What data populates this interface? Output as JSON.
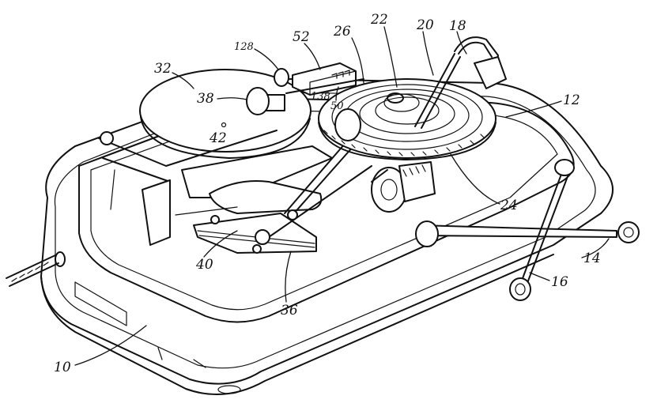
{
  "figure": {
    "labels": {
      "l10": "10",
      "l12": "12",
      "l14": "14",
      "l16": "16",
      "l18": "18",
      "l20": "20",
      "l22": "22",
      "l24": "24",
      "l26": "26",
      "l32": "32",
      "l36": "36",
      "l38": "38",
      "l40": "40",
      "l42": "42",
      "l50": "50",
      "l52": "52",
      "l128": "128",
      "l138": "138"
    }
  }
}
